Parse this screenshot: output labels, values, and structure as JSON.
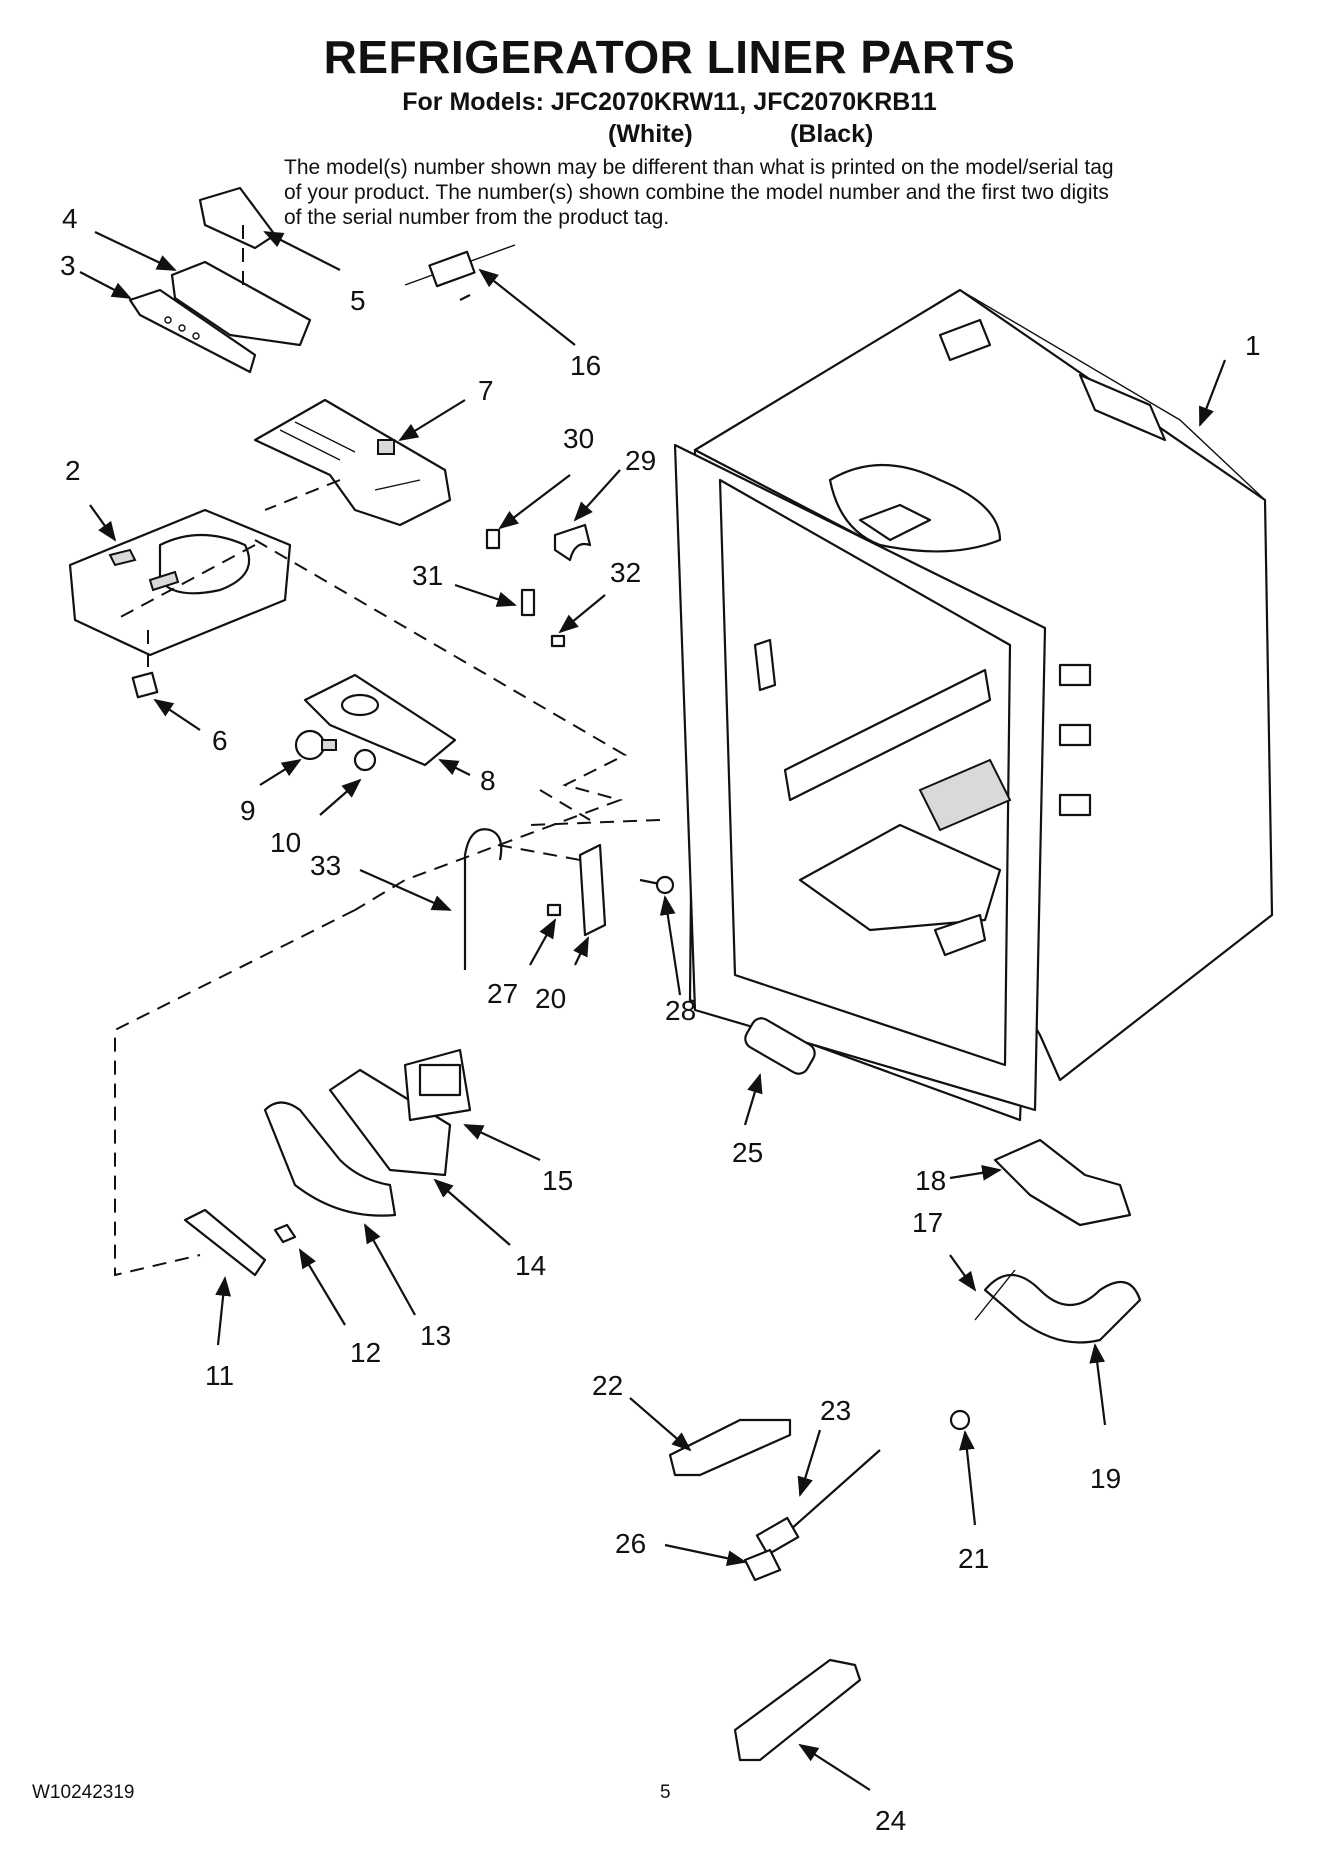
{
  "header": {
    "title": "REFRIGERATOR LINER PARTS",
    "models": "For Models: JFC2070KRW11, JFC2070KRB11",
    "variant_white": "(White)",
    "variant_black": "(Black)",
    "note": "The model(s) number shown may be different than what is printed on the model/serial tag of your product. The number(s) shown combine the model number and the first two digits of the serial number from the product tag."
  },
  "callouts": [
    "1",
    "2",
    "3",
    "4",
    "5",
    "6",
    "7",
    "8",
    "9",
    "10",
    "11",
    "12",
    "13",
    "14",
    "15",
    "16",
    "17",
    "18",
    "19",
    "20",
    "21",
    "22",
    "23",
    "24",
    "25",
    "26",
    "27",
    "28",
    "29",
    "30",
    "31",
    "32",
    "33"
  ],
  "footer": {
    "doc_code": "W10242319",
    "page_number": "5"
  }
}
